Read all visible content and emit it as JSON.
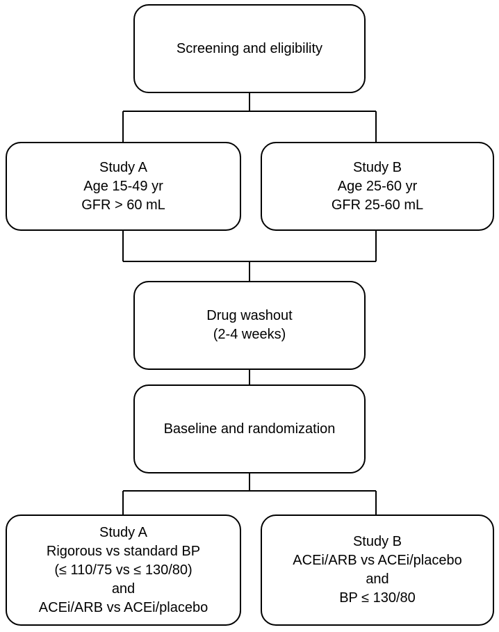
{
  "nodes": {
    "screening": {
      "lines": [
        "Screening and eligibility"
      ]
    },
    "study_a_criteria": {
      "lines": [
        "Study A",
        "Age 15-49 yr",
        "GFR > 60 mL"
      ]
    },
    "study_b_criteria": {
      "lines": [
        "Study B",
        "Age 25-60 yr",
        "GFR 25-60 mL"
      ]
    },
    "washout": {
      "lines": [
        "Drug washout",
        "(2-4 weeks)"
      ]
    },
    "baseline": {
      "lines": [
        "Baseline and randomization"
      ]
    },
    "study_a_arms": {
      "lines": [
        "Study A",
        "Rigorous vs standard BP",
        "(≤ 110/75 vs ≤ 130/80)",
        "and",
        "ACEi/ARB vs ACEi/placebo"
      ]
    },
    "study_b_arms": {
      "lines": [
        "Study B",
        "ACEi/ARB vs ACEi/placebo",
        "and",
        "BP ≤ 130/80"
      ]
    }
  }
}
